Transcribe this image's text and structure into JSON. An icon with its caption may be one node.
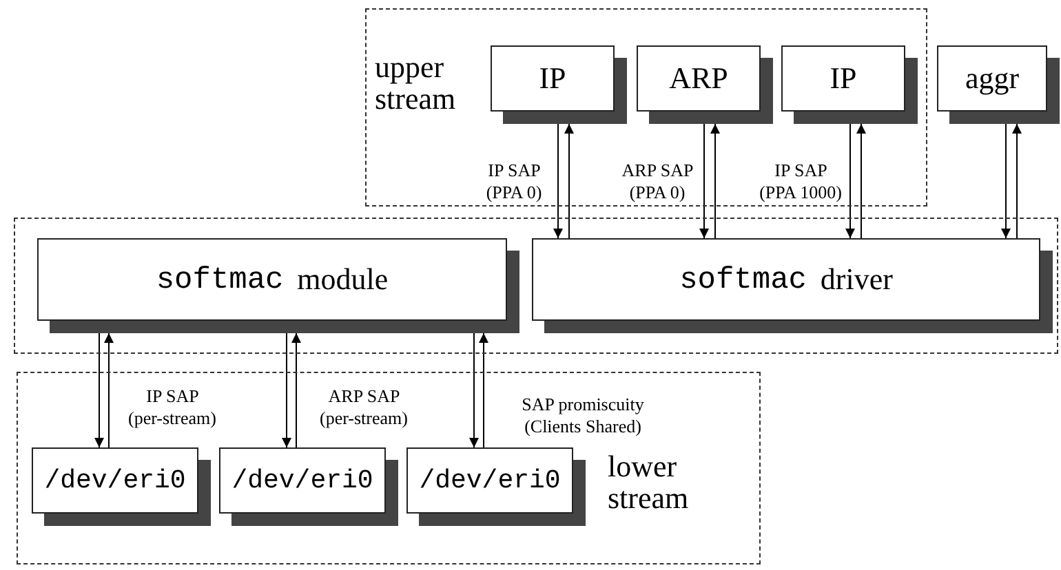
{
  "diagram": {
    "nodes": [
      {
        "text": [
          "upper stream"
        ]
      },
      {
        "text": [
          "IP"
        ],
        "in": 0
      },
      {
        "text": [
          "ARP"
        ],
        "in": 0
      },
      {
        "text": [
          "IP"
        ],
        "in": 0
      },
      {
        "text": [
          "aggr"
        ]
      },
      {
        "text": [],
        "shape": "box"
      },
      {
        "text": [
          "softmac",
          "module"
        ],
        "in": 5
      },
      {
        "text": [
          "softmac",
          "driver"
        ],
        "in": 5
      },
      {
        "text": [
          "lower stream"
        ]
      },
      {
        "text": [
          "/dev/eri0"
        ],
        "in": 8
      },
      {
        "text": [
          "/dev/eri0"
        ],
        "in": 8
      },
      {
        "text": [
          "/dev/eri0"
        ],
        "in": 8
      }
    ],
    "edges": [
      {
        "from": 1,
        "to": 7,
        "arrow": "to",
        "label": "IP SAP (PPA 0)"
      },
      {
        "from": 7,
        "to": 1,
        "arrow": "to"
      },
      {
        "from": 2,
        "to": 7,
        "arrow": "to",
        "label": "ARP SAP (PPA 0)"
      },
      {
        "from": 7,
        "to": 2,
        "arrow": "to"
      },
      {
        "from": 3,
        "to": 7,
        "arrow": "to",
        "label": "IP SAP (PPA 1000)"
      },
      {
        "from": 7,
        "to": 3,
        "arrow": "to"
      },
      {
        "from": 4,
        "to": 7,
        "arrow": "to"
      },
      {
        "from": 7,
        "to": 4,
        "arrow": "to"
      },
      {
        "from": 6,
        "to": 9,
        "arrow": "to",
        "label": "IP SAP (per-stream)"
      },
      {
        "from": 9,
        "to": 6,
        "arrow": "to"
      },
      {
        "from": 6,
        "to": 10,
        "arrow": "to",
        "label": "ARP SAP (per-stream)"
      },
      {
        "from": 10,
        "to": 6,
        "arrow": "to"
      },
      {
        "from": 6,
        "to": 11,
        "arrow": "to",
        "label": "SAP promiscuity (Clients Shared)"
      },
      {
        "from": 11,
        "to": 6,
        "arrow": "to"
      }
    ]
  }
}
